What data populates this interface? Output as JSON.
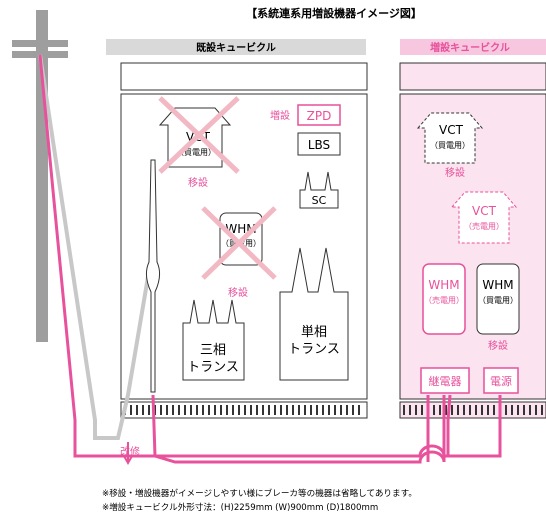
{
  "title": "【系統連系用増設機器イメージ図】",
  "existing_header": "既設キュービクル",
  "new_header": "増設キュービクル",
  "labels": {
    "vct": "VCT",
    "vct_buy": "（買電用）",
    "vct_sell": "（売電用）",
    "move": "移設",
    "add": "増設",
    "zpd": "ZPD",
    "lbs": "LBS",
    "sc": "SC",
    "whm": "WHM",
    "whm_buy": "（買電用）",
    "whm_sell": "（売電用）",
    "transformer_3ph_line1": "三相",
    "transformer_3ph_line2": "トランス",
    "transformer_1ph_line1": "単相",
    "transformer_1ph_line2": "トランス",
    "relay": "継電器",
    "power_supply": "電源",
    "repair": "改修"
  },
  "notes": [
    "※移設・増設機器がイメージしやすい様にブレーカ等の機器は省略してあります。",
    "※増設キュービクル外形寸法：(H)2259mm (W)900mm (D)1800mm"
  ],
  "colors": {
    "pink": "#e8519b",
    "pink_light": "#fbe3ef",
    "pink_header": "#f7c6df",
    "gray_header": "#d9d9d9",
    "cross": "#f2b9c4",
    "pole": "#9e9e9e"
  }
}
